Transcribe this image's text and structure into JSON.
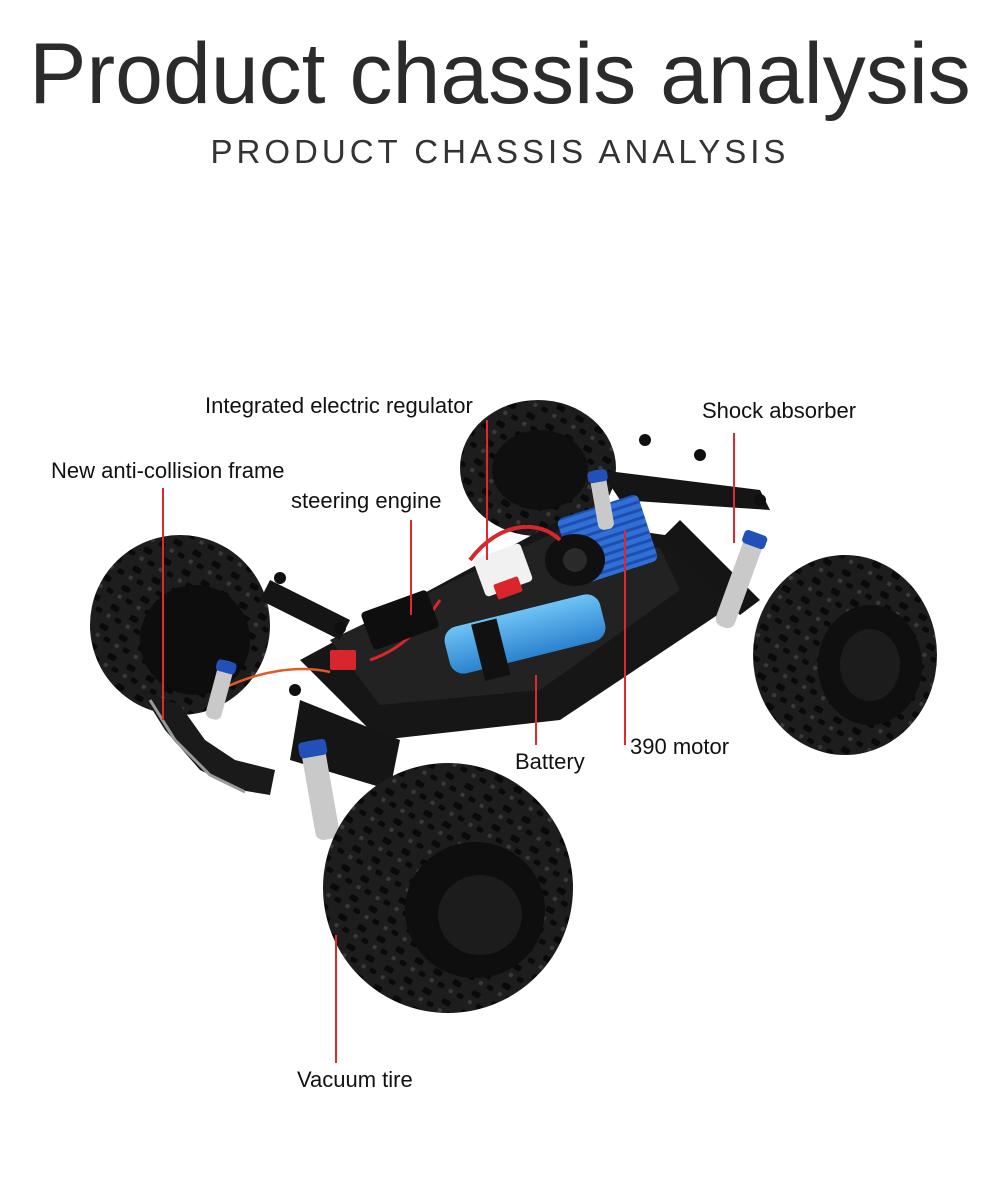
{
  "header": {
    "title": "Product chassis analysis",
    "subtitle": "PRODUCT CHASSIS ANALYSIS"
  },
  "callouts": {
    "regulator": "Integrated electric regulator",
    "shock": "Shock absorber",
    "frame": "New anti-collision frame",
    "steering": "steering engine",
    "battery": "Battery",
    "motor": "390 motor",
    "tire": "Vacuum tire"
  },
  "colors": {
    "leader": "#e0282e",
    "tire": "#1d1d1d",
    "frame": "#161616",
    "motor": "#2f6fd6",
    "battery": "#3a9ee4",
    "spring": "#c9c9c9",
    "accent_red": "#d8262c"
  }
}
